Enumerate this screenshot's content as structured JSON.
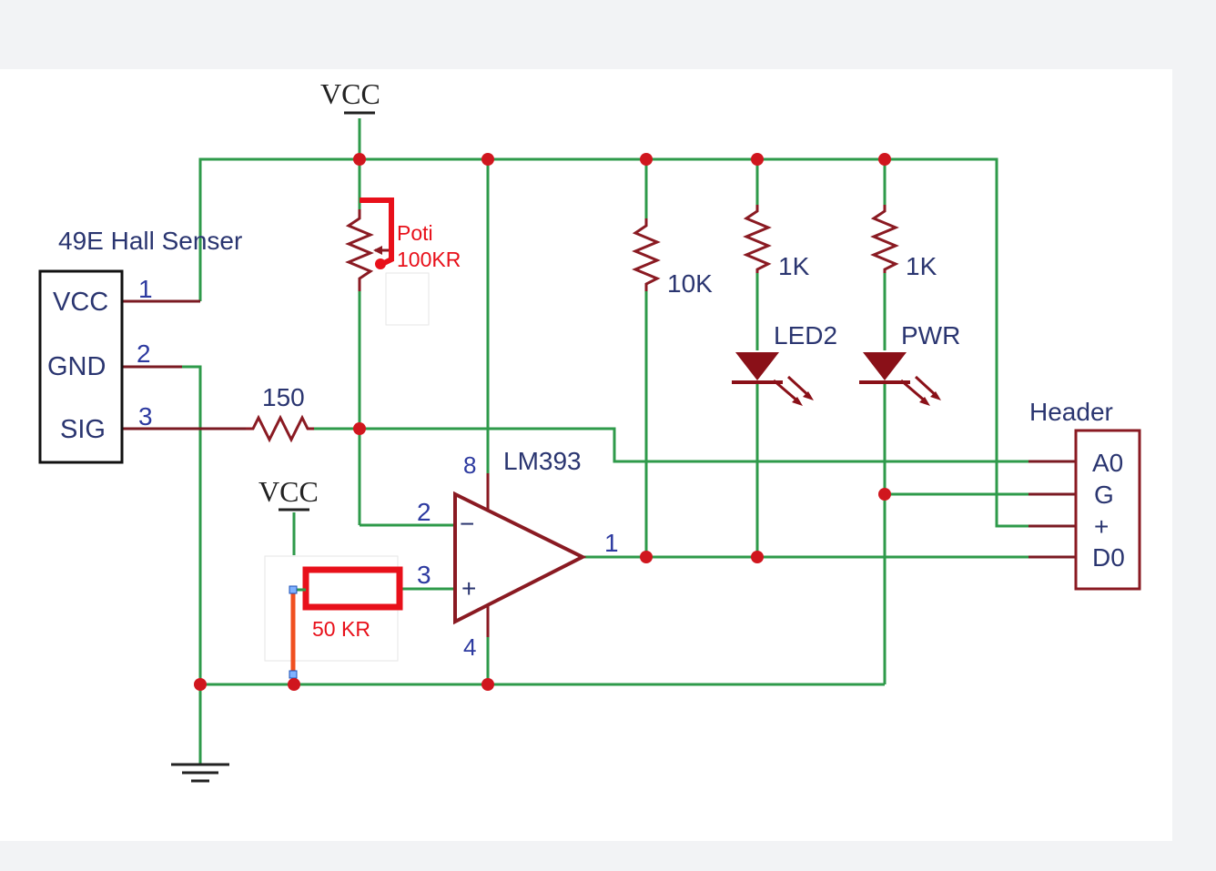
{
  "sensor": {
    "title": "49E Hall Senser",
    "pins": [
      "VCC",
      "GND",
      "SIG"
    ],
    "pin_numbers": [
      "1",
      "2",
      "3"
    ]
  },
  "supply": {
    "vcc_top": "VCC",
    "vcc_bottom": "VCC"
  },
  "resistors": {
    "r_sig": "150",
    "r_pullup": "10K",
    "r_led2": "1K",
    "r_pwr": "1K"
  },
  "leds": {
    "led2": "LED2",
    "pwr": "PWR"
  },
  "comparator": {
    "name": "LM393",
    "pin_inv": "2",
    "pin_noninv": "3",
    "pin_out": "1",
    "pin_vcc": "8",
    "pin_gnd": "4",
    "minus": "−",
    "plus": "+"
  },
  "header": {
    "title": "Header",
    "pins": [
      "A0",
      "G",
      "+",
      "D0"
    ]
  },
  "annotations": {
    "poti_line1": "Poti",
    "poti_line2": "100KR",
    "resistor_label": "50 KR"
  },
  "colors": {
    "wire": "#2e9a4a",
    "component": "#8a1a22",
    "node": "#d0161e",
    "annotation": "#e8101a"
  }
}
